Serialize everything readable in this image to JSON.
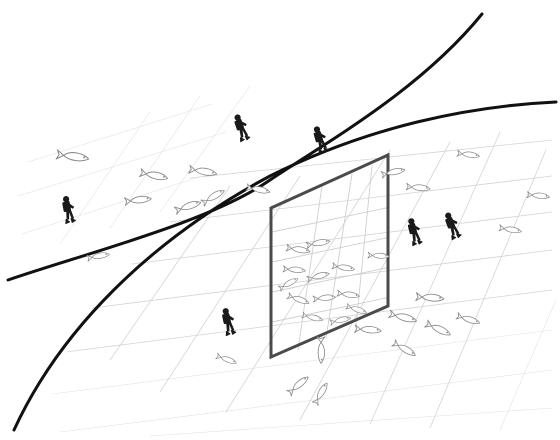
{
  "colors": {
    "background": "#ffffff",
    "curve": "#111111",
    "panel_frame": "#4a4a4a",
    "grid": "#d4d4d4",
    "fish_outline": "#8a8a8a",
    "diver": "#1a1a1a"
  },
  "scene": {
    "curves": [
      {
        "name": "upper-boundary-curve"
      },
      {
        "name": "lower-boundary-curve"
      }
    ],
    "panel": {
      "name": "central-panel"
    },
    "fish_count": 36,
    "diver_count": 6
  }
}
